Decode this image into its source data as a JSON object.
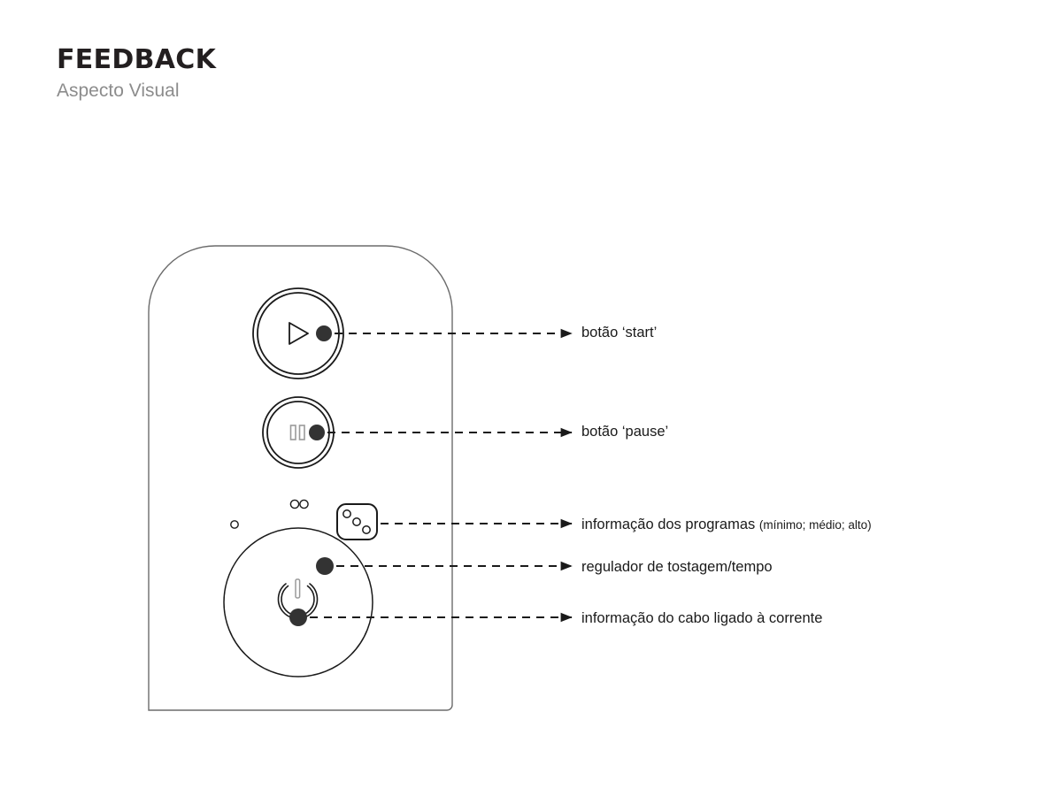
{
  "header": {
    "title": "FEEDBACK",
    "subtitle": "Aspecto Visual"
  },
  "callouts": [
    {
      "id": "start",
      "label": "botão ‘start’",
      "sub": "",
      "icon": "play-icon",
      "target": "start-button"
    },
    {
      "id": "pause",
      "label": "botão ‘pause’",
      "sub": "",
      "icon": "pause-icon",
      "target": "pause-button"
    },
    {
      "id": "programs",
      "label": "informação dos programas ",
      "sub": "(mínimo; médio; alto)",
      "icon": "program-levels-icon",
      "target": "program-indicator"
    },
    {
      "id": "regulator",
      "label": "regulador de tostagem/tempo",
      "sub": "",
      "icon": "dot-icon",
      "target": "toasting-dial"
    },
    {
      "id": "cable",
      "label": "informação do cabo ligado à corrente",
      "sub": "",
      "icon": "power-icon",
      "target": "power-indicator"
    }
  ],
  "device": {
    "name": "toaster-control-panel",
    "controls": [
      {
        "name": "start-button",
        "glyph": "play"
      },
      {
        "name": "pause-button",
        "glyph": "pause"
      },
      {
        "name": "program-indicator",
        "glyph": "three-dots"
      },
      {
        "name": "toasting-dial",
        "glyph": "dial"
      },
      {
        "name": "power-indicator",
        "glyph": "power"
      }
    ]
  },
  "colors": {
    "title": "#231f20",
    "subtitle": "#8c8c8c",
    "line": "#1a1a1a",
    "outline": "#555555",
    "dot": "#333333",
    "background": "#ffffff"
  }
}
